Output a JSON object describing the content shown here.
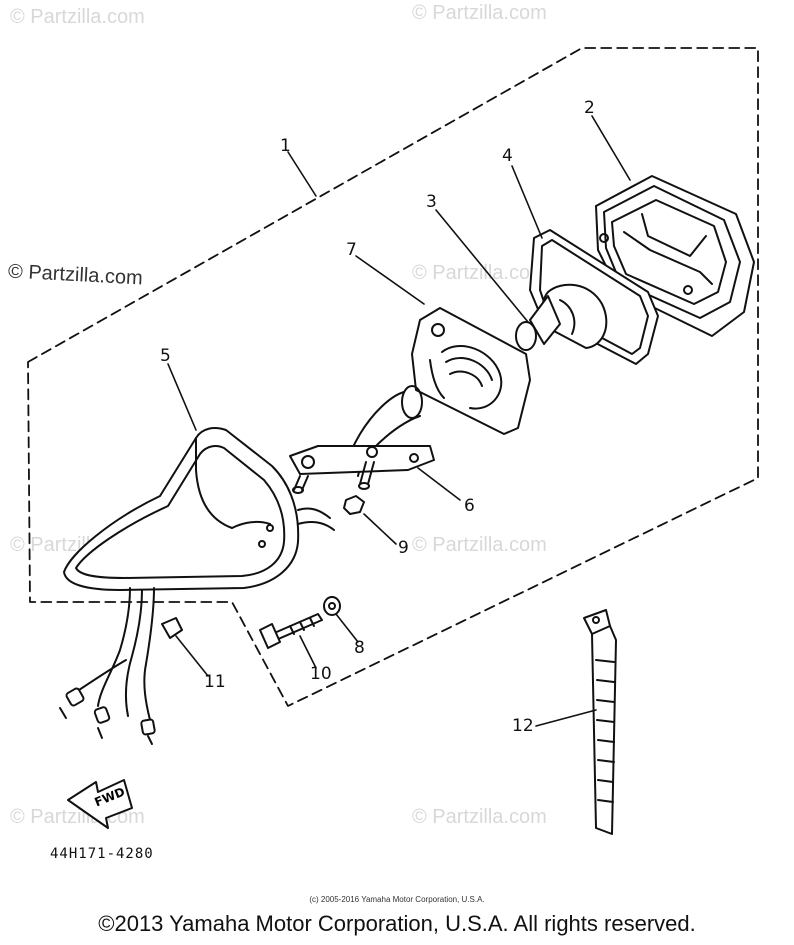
{
  "watermarks": {
    "faint": "© Partzilla.com",
    "prominent": "© Partzilla.com"
  },
  "callouts": [
    "1",
    "2",
    "3",
    "4",
    "5",
    "6",
    "7",
    "8",
    "9",
    "10",
    "11",
    "12"
  ],
  "fwd_label": "FWD",
  "part_code": "44H171-4280",
  "copyright_small": "(c) 2005-2016 Yamaha Motor Corporation, U.S.A.",
  "copyright_main": "©2013 Yamaha Motor Corporation, U.S.A. All rights reserved."
}
